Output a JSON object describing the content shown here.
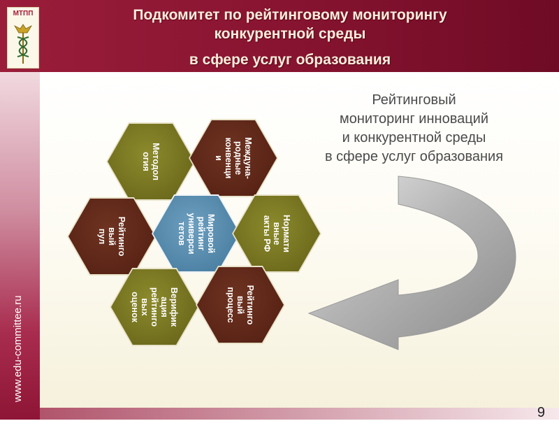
{
  "header": {
    "logo_text": "МТПП",
    "title_line1": "Подкомитет по рейтинговому мониторингу",
    "title_line2": "конкурентной среды",
    "title_line3": "в сфере услуг образования"
  },
  "sidebar": {
    "url": "www.edu-committee.ru"
  },
  "subtitle": {
    "line1": "Рейтинговый",
    "line2": "мониторинг инноваций",
    "line3": "и конкурентной среды",
    "line4": "в сфере услуг образования"
  },
  "hexagons": {
    "methodology": "Методол\nогия",
    "conventions": "Междуна-\nродные\nконвенци\nи",
    "rating_pool": "Рейтинго\nвый\nпул",
    "world_rating": "Мировой\nрейтинг\nуниверси\nтетов",
    "normative_acts": "Нормати\nвные\nакты РФ",
    "verification": "Верифик\nация\nрейтинго\nвых\nоценок",
    "rating_process": "Рейтинго\nвый\nпроцесс"
  },
  "footer": {
    "page_number": "9"
  },
  "colors": {
    "header_bg": "#8a1532",
    "olive": "#6f6d1d",
    "brown": "#5a2416",
    "blue": "#4f83a5",
    "arrow": "#9a9a9a"
  }
}
